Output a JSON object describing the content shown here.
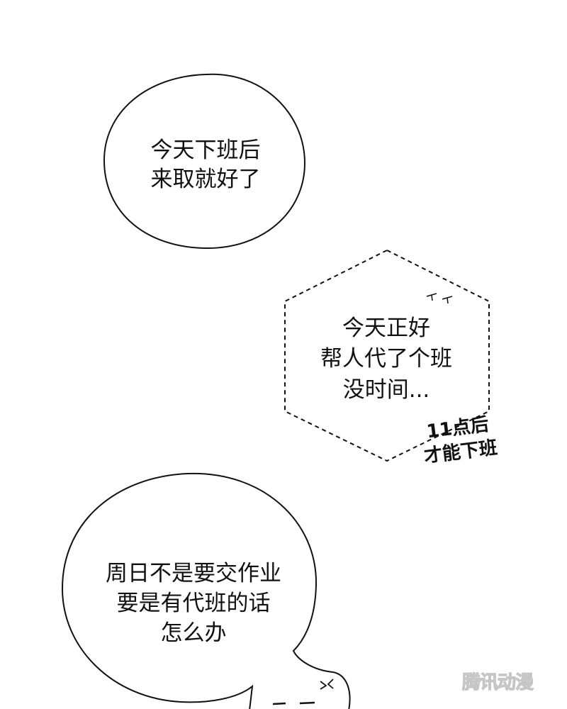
{
  "bubbles": [
    {
      "lines": [
        "今天下班后",
        "来取就好了"
      ]
    },
    {
      "lines": [
        "今天正好",
        "帮人代了个班",
        "没时间..."
      ]
    },
    {
      "lines": [
        "周日不是要交作业",
        "要是有代班的话",
        "怎么办"
      ]
    }
  ],
  "side_note": {
    "lines": [
      "11点后",
      "才能下班"
    ]
  },
  "watermark": "腾讯动漫",
  "colors": {
    "ink": "#111111",
    "background": "#ffffff",
    "watermark_outline": "#bdbdbd"
  }
}
